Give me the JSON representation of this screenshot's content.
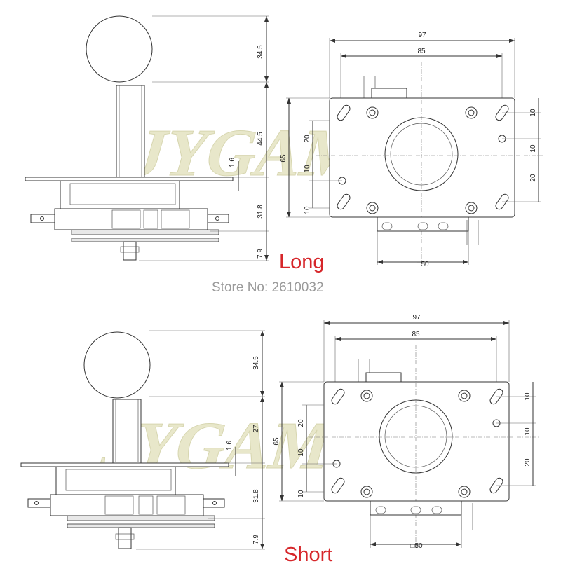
{
  "store_label": "Store No: 2610032",
  "watermark": {
    "text": "JYGAME",
    "color": "#d9d8a8"
  },
  "variants": [
    {
      "name": "Long",
      "name_color": "#d6262a",
      "side_dims": [
        "34.5",
        "44.5",
        "1.6",
        "31.8",
        "7.9"
      ],
      "plan_dims": {
        "overall_width": "97",
        "hole_span": "85",
        "height": "65",
        "right_top": "10",
        "right_mid": "10",
        "right_bottom": "20",
        "left_upper": "20",
        "left_mid": "10",
        "left_lower": "10",
        "square": "□50"
      }
    },
    {
      "name": "Short",
      "name_color": "#d6262a",
      "side_dims": [
        "34.5",
        "27",
        "1.6",
        "31.8",
        "7.9"
      ],
      "plan_dims": {
        "overall_width": "97",
        "hole_span": "85",
        "height": "65",
        "right_top": "10",
        "right_mid": "10",
        "right_bottom": "20",
        "left_upper": "20",
        "left_mid": "10",
        "left_lower": "10",
        "square": "□50"
      }
    }
  ]
}
